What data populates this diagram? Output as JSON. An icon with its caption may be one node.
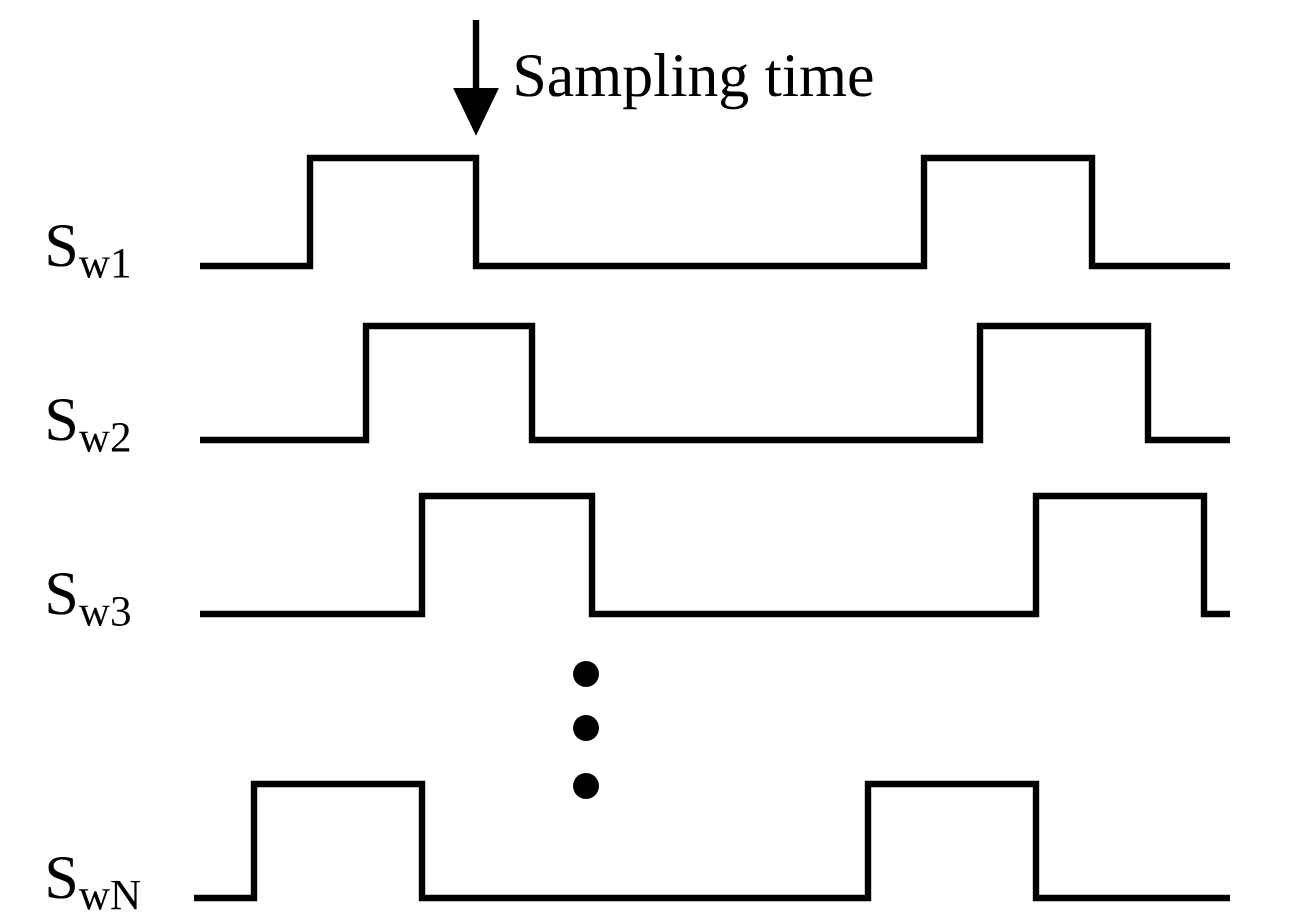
{
  "diagram": {
    "labels": [
      "Sampling time",
      "S$_{w1}$",
      "S$_{w2}$",
      "S$_{w3}$",
      "S$_{wN}$"
    ]
  }
}
